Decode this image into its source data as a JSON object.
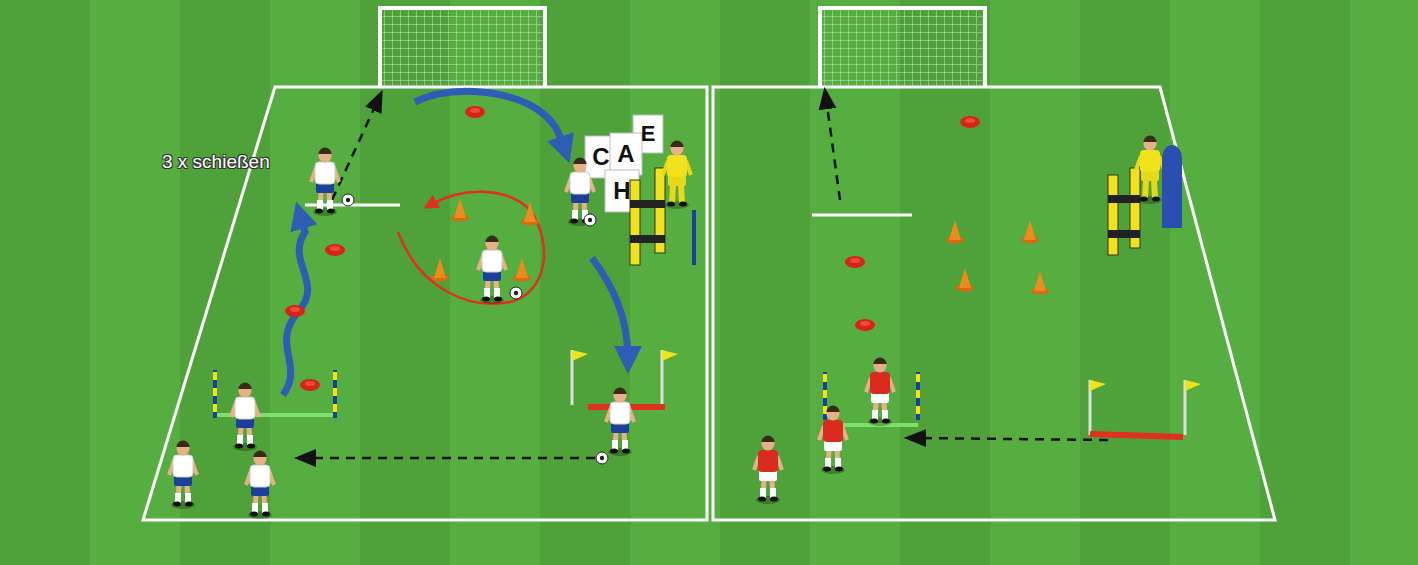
{
  "diagram": {
    "labels": [
      "3 x schießen",
      "C",
      "A",
      "E",
      "H"
    ]
  }
}
